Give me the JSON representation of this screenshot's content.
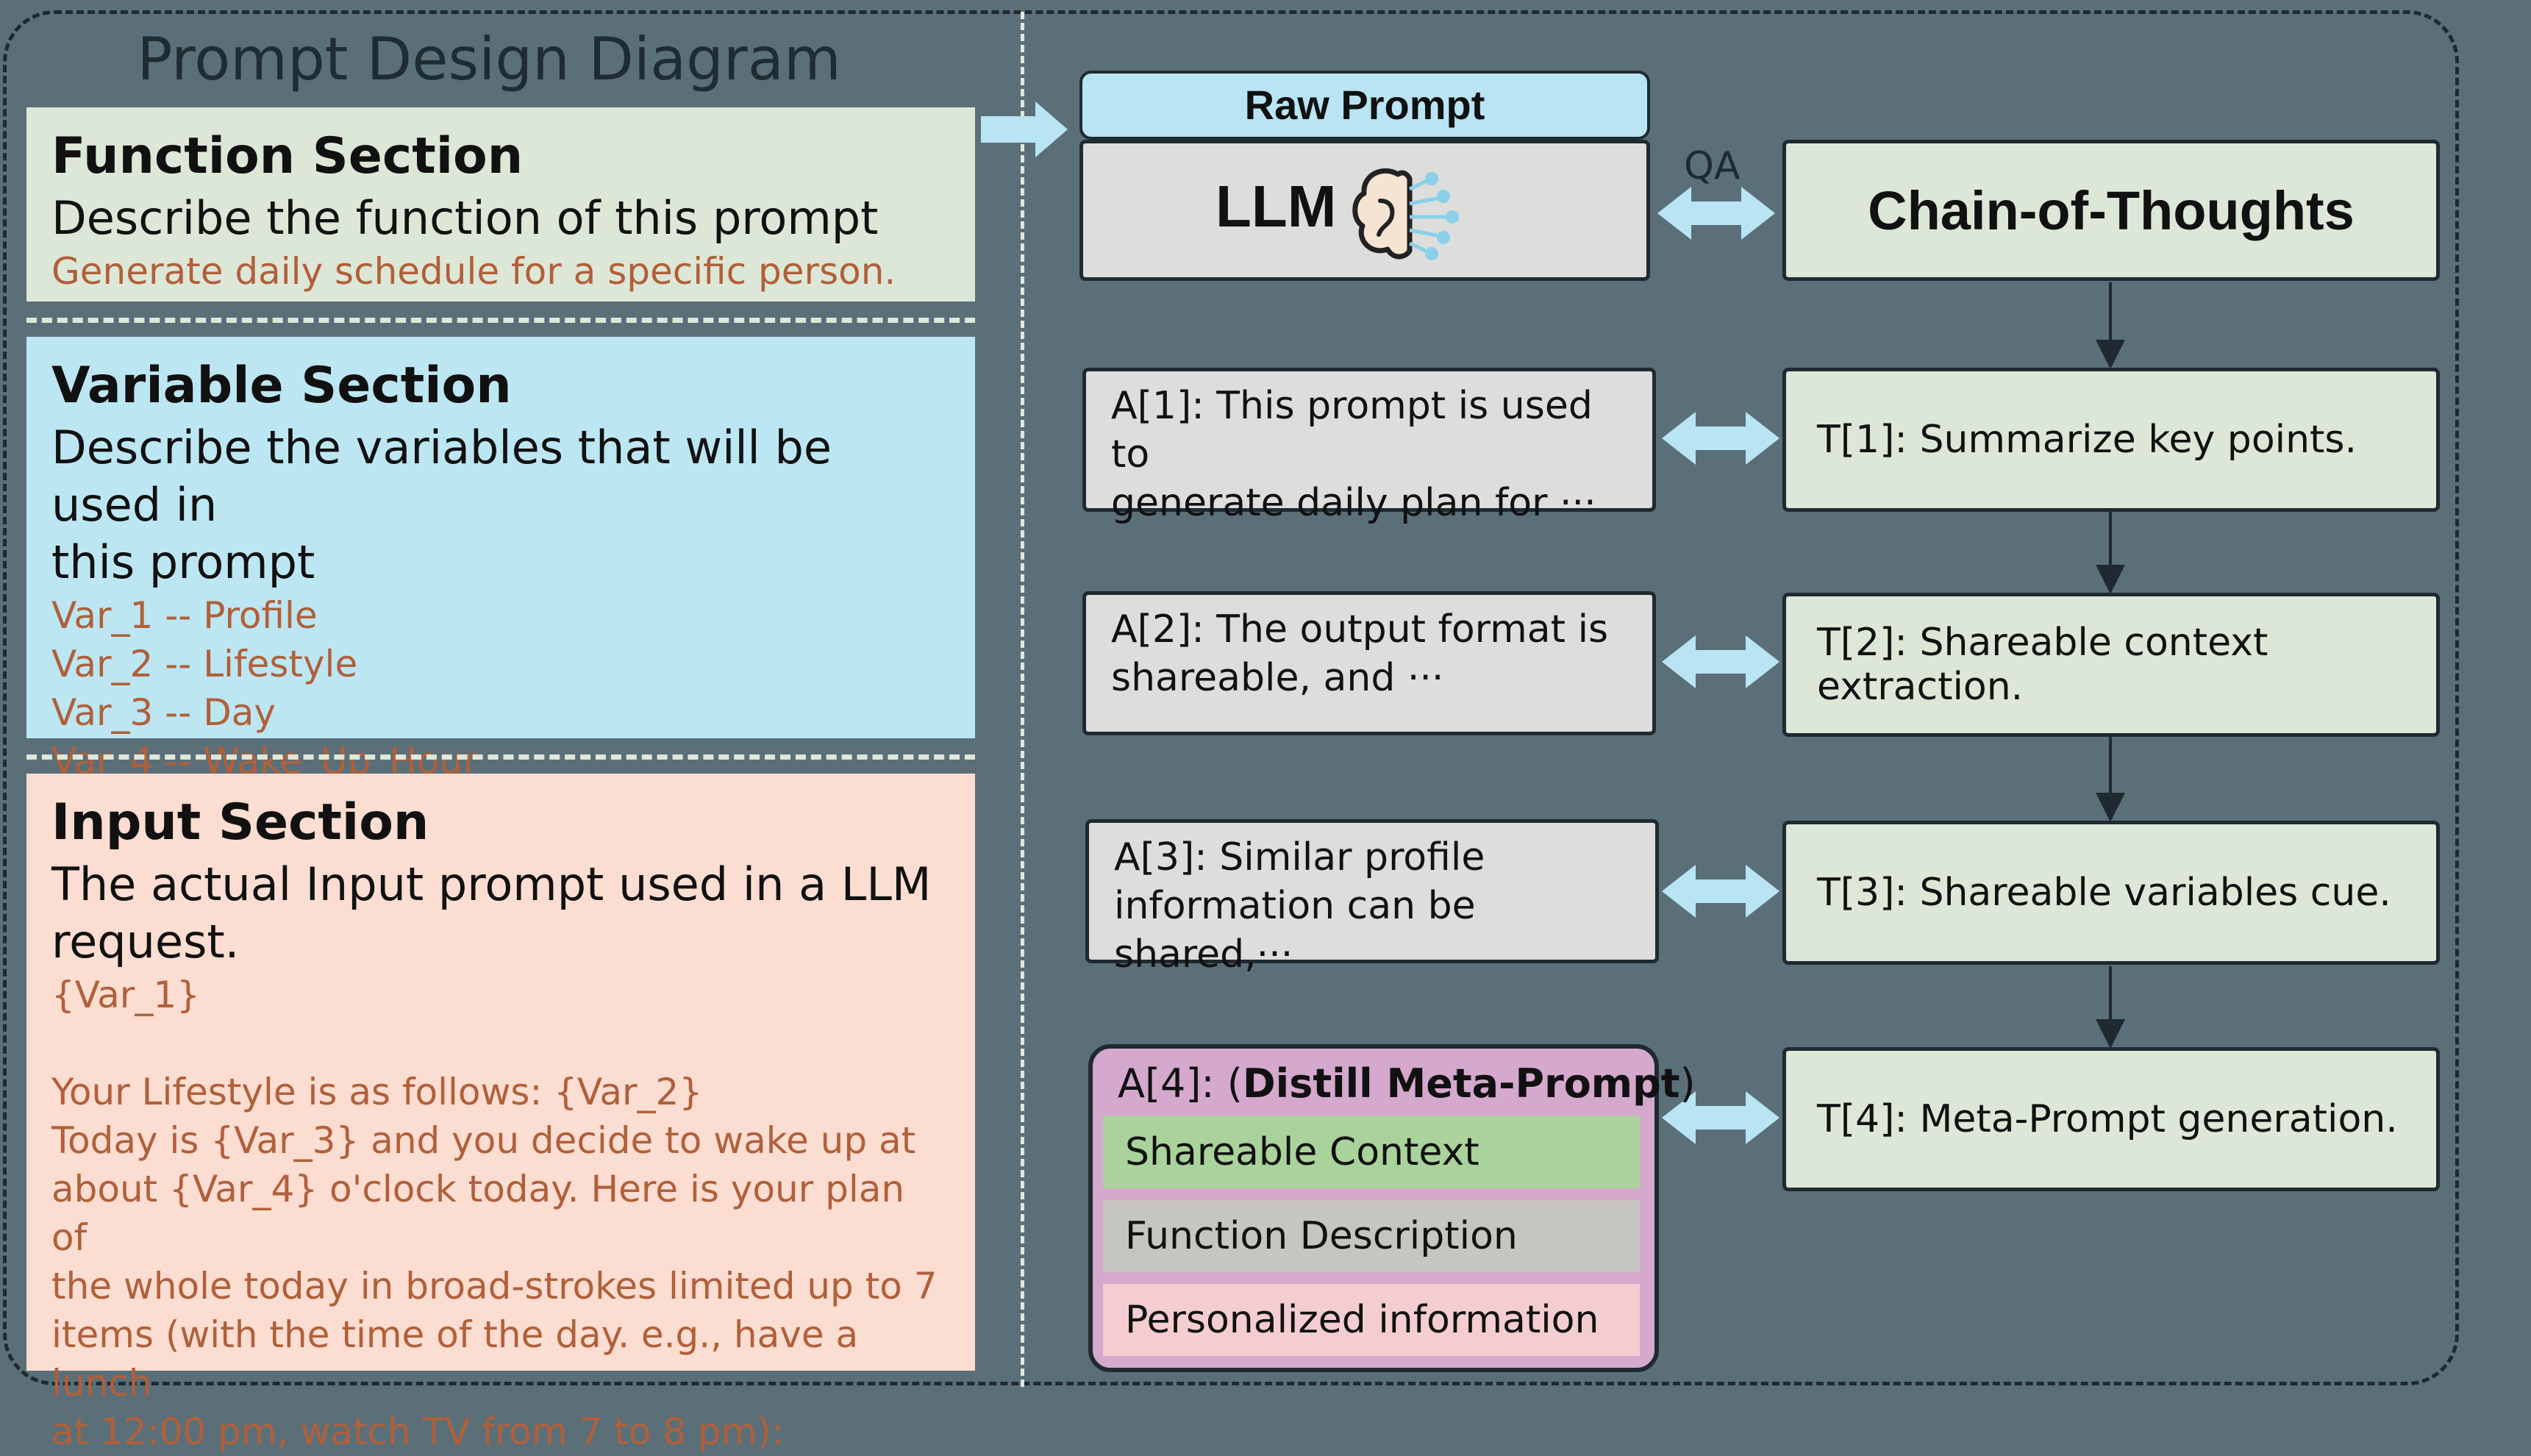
{
  "title": "Prompt Design Diagram",
  "function_section": {
    "heading": "Function Section",
    "description": "Describe the function of this prompt",
    "example": "Generate daily schedule for a specific person."
  },
  "variable_section": {
    "heading": "Variable Section",
    "description_line1": "Describe the variables that will be used in",
    "description_line2": "this prompt",
    "variables": [
      "Var_1 -- Profile",
      "Var_2 -- Lifestyle",
      "Var_3 -- Day",
      "Var_4 -- Wake_Up_Hour"
    ]
  },
  "input_section": {
    "heading": "Input Section",
    "description_line1": "The actual Input prompt used in a LLM",
    "description_line2": "request.",
    "example": "{Var_1}\n\nYour Lifestyle is as follows: {Var_2}\nToday is {Var_3} and you decide to wake up at\nabout {Var_4} o'clock today. Here is your plan of\nthe whole today in broad-strokes limited up to 7\nitems (with the time of the day. e.g., have a lunch\nat 12:00 pm, watch TV from 7 to 8 pm):"
  },
  "raw_prompt": "Raw Prompt",
  "llm": "LLM",
  "qa_label": "QA",
  "chain_of_thoughts": "Chain-of-Thoughts",
  "thoughts": [
    "T[1]: Summarize key points.",
    "T[2]: Shareable context extraction.",
    "T[3]: Shareable variables cue.",
    "T[4]: Meta-Prompt generation."
  ],
  "answers": [
    {
      "line1": "A[1]: This prompt is used to",
      "line2": "generate daily plan for ···"
    },
    {
      "line1": "A[2]: The output format is",
      "line2": "shareable, and ···"
    },
    {
      "line1": "A[3]: Similar profile",
      "line2": "information can be shared,···"
    }
  ],
  "a4": {
    "prefix": "A[4]: (",
    "bold": "Distill Meta-Prompt",
    "suffix": ")",
    "items": [
      "Shareable Context",
      "Function Description",
      "Personalized information"
    ]
  },
  "colors": {
    "background": "#5b6f79",
    "function_panel": "#dde7d7",
    "variable_panel": "#bde6f3",
    "input_panel": "#fbddd1",
    "example_text": "#b0603a",
    "double_arrow": "#b8e4f4",
    "shareable_context": "#a9d39a",
    "function_description": "#c6c5c0",
    "personalized_information": "#f4cdd1",
    "a4_box": "#d5a8cd"
  },
  "icons": [
    "brain-icon"
  ]
}
